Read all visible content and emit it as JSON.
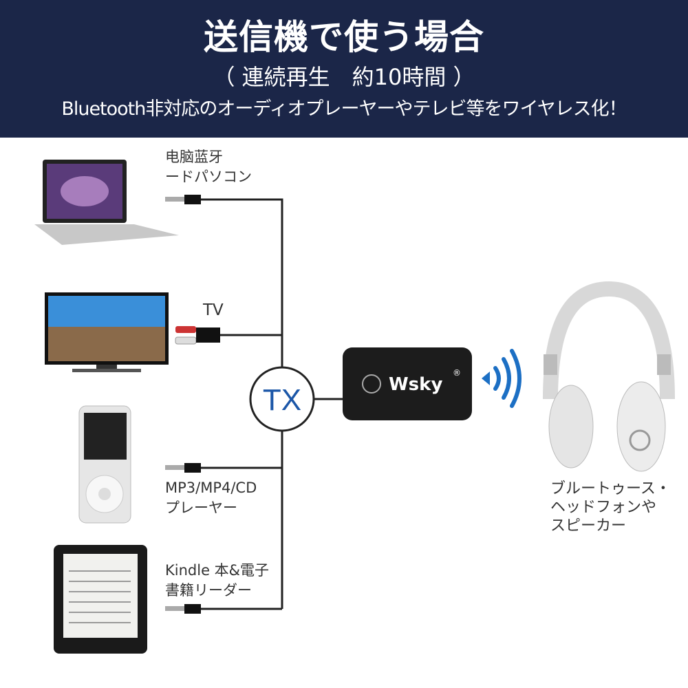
{
  "header": {
    "title": "送信機で使う場合",
    "subtitle": "（ 連続再生　約10時間 ）",
    "tagline": "Bluetooth非対応のオーディオプレーヤーやテレビ等をワイヤレス化！"
  },
  "sources": [
    {
      "line1": "电脑蓝牙",
      "line2": "ードパソコン"
    },
    {
      "line1": "TV"
    },
    {
      "line1": "MP3/MP4/CD",
      "line2": "プレーヤー"
    },
    {
      "line1": "Kindle 本&電子",
      "line2": "書籍リーダー"
    }
  ],
  "hub": {
    "label": "TX"
  },
  "device": {
    "brand": "Wsky",
    "mark": "®"
  },
  "output": {
    "line1": "ブルートゥース・",
    "line2": "ヘッドフォンや",
    "line3": "スピーカー"
  },
  "colors": {
    "header_bg": "#1b2648",
    "tx_text": "#1c57a8",
    "wave": "#1c6fc4"
  }
}
